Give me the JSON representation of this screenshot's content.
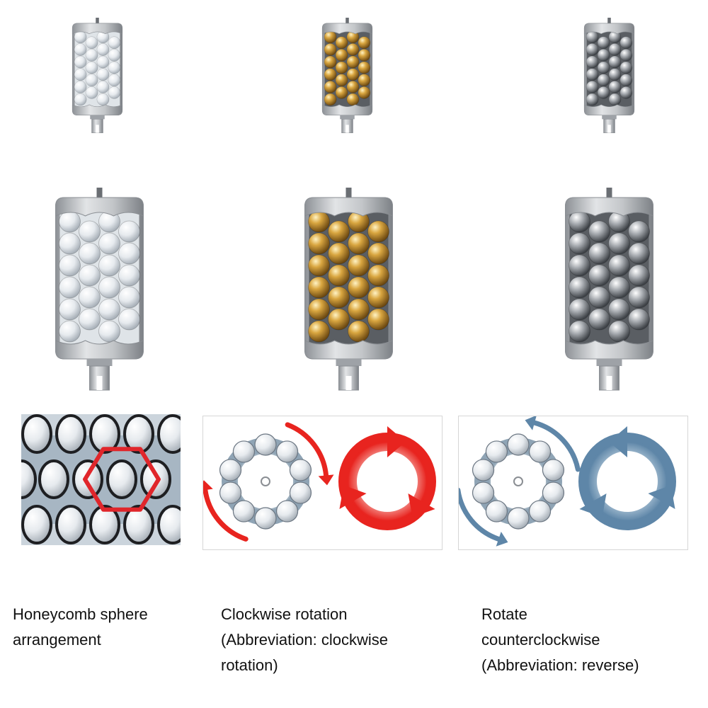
{
  "captions": [
    {
      "lines": [
        "Honeycomb  sphere",
        "arrangement"
      ]
    },
    {
      "lines": [
        "Clockwise rotation",
        "(Abbreviation:   clockwise",
        "rotation)"
      ]
    },
    {
      "lines": [
        "Rotate",
        "counterclockwise",
        "(Abbreviation: reverse)"
      ]
    }
  ],
  "colors": {
    "clear_ball": "#e8ecef",
    "gold_ball": "#c8962e",
    "silver_ball": "#a9adb2",
    "frame": "#b8bcc0",
    "hex_outline": "#e0262b",
    "cw_arrow": "#e8241f",
    "ccw_arrow": "#5e86a8"
  },
  "icons": {
    "roller_clear": "clear-sphere-roller-icon",
    "roller_gold": "gold-sphere-roller-icon",
    "roller_silver": "silver-sphere-roller-icon",
    "honeycomb": "honeycomb-pattern-icon",
    "clockwise": "clockwise-rotation-icon",
    "counterclockwise": "counterclockwise-rotation-icon"
  }
}
